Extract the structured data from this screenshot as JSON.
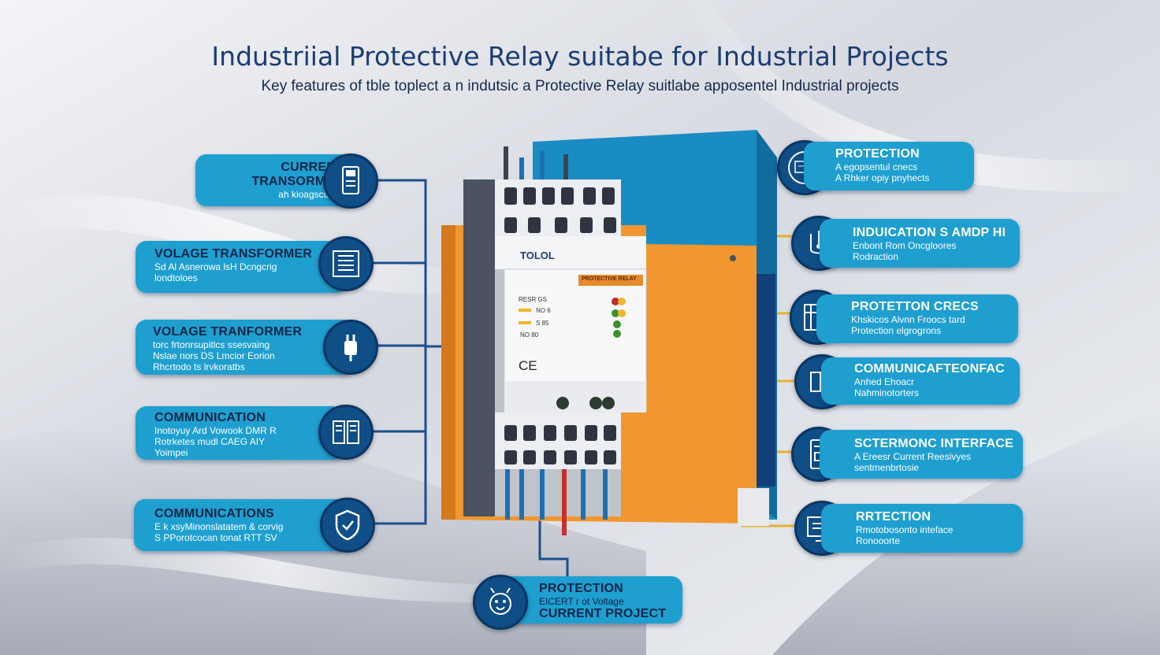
{
  "header": {
    "title": "Industriial Protective Relay suitabe for Industrial Projects",
    "subtitle": "Key features of tble toplect a n indutsic a Protective Relay suitlabe apposentel Industrial projects"
  },
  "device": {
    "brand": "TOLOL",
    "label_strip": "PROTECTIVE RELAY",
    "rows": [
      "RESR GS",
      "NO 6",
      "S 85",
      "NO 80"
    ],
    "ce_mark": "CE"
  },
  "left_cards": [
    {
      "title": "CURRENT",
      "title2": "TRANSORMER",
      "desc": [
        "ah kioagscumis"
      ],
      "icon": "current-meter-icon"
    },
    {
      "title": "VOLAGE TRANSFORMER",
      "desc": [
        "Sd Al Asnerowa lsH Dcngcrig",
        "londtoloes"
      ],
      "icon": "transformer-panel-icon"
    },
    {
      "title": "VOLAGE TRANFORMER",
      "desc": [
        "torc frtonrsupitlcs ssesvaing",
        "Nslae nors DS Lmcior Eorion",
        "Rhcrtodo ts lrvkoratbs"
      ],
      "icon": "voltage-plug-icon"
    },
    {
      "title": "COMMUNICATION",
      "desc": [
        "Inotoyuy Ard Vowook DMR R",
        "Rotrketes mudl CAEG AIY",
        "Yoimpei"
      ],
      "icon": "communication-module-icon"
    },
    {
      "title": "COMMUNICATIONS",
      "desc": [
        "E k xsyMinonslatatem & corvig",
        "S PPorotcocan tonat RTT SV"
      ],
      "icon": "shield-check-icon"
    }
  ],
  "right_cards": [
    {
      "title": "PROTECTION",
      "desc": [
        "A egopsentul cnecs",
        "A Rhker opiy pnyhects"
      ],
      "icon": "gauge-protection-icon"
    },
    {
      "title": "INDUICATION S AMDP HI",
      "desc": [
        "Enbont Rom Oncgloores",
        "Rodraction"
      ],
      "icon": "indicator-circuit-icon"
    },
    {
      "title": "PROTETTON CRECS",
      "desc": [
        "Khskicos Alvnn Froocs tard",
        "Protection elgrogrons"
      ],
      "icon": "relay-panel-icon"
    },
    {
      "title": "COMMUNICAFTEONFAC",
      "desc": [
        "Anhed Ehoacr",
        "Nahminotorters"
      ],
      "icon": "network-device-icon"
    },
    {
      "title": "SCTERMONC INTERFACE",
      "desc": [
        "A Ereesr Current Reesivyes",
        "sentmenbrtosie"
      ],
      "icon": "interface-terminal-icon"
    },
    {
      "title": "RRTECTION",
      "desc": [
        "Rmotobosonto inteface",
        "Ronooorte"
      ],
      "icon": "monitor-display-icon"
    }
  ],
  "bottom_card": {
    "title": "PROTECTION",
    "line2": "EICERT  r ot Voltage",
    "line3": "CURRENT PROJECT",
    "icon": "current-clamp-icon"
  },
  "colors": {
    "accent_blue": "#1e9fd0",
    "dark_blue": "#0f4e86",
    "orange": "#f2962f",
    "navy_text": "#1b3d72"
  }
}
